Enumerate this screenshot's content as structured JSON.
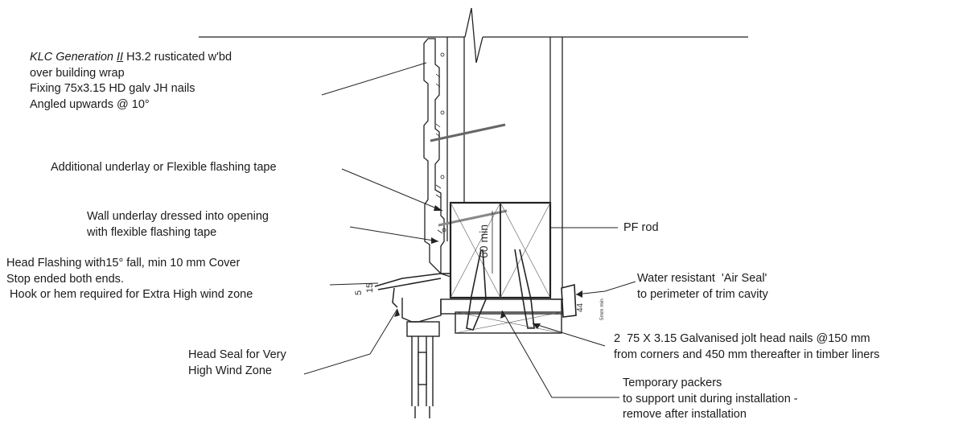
{
  "callouts": {
    "cladding": {
      "line1_italic": "KLC Generation",
      "line1_mark": "II",
      "line1_rest": " H3.2 rusticated w'bd",
      "line2": "over building wrap",
      "line3": "Fixing 75x3.15 HD galv JH nails",
      "line4": "Angled upwards @ 10°"
    },
    "additional_underlay": "Additional underlay or Flexible flashing tape",
    "wall_underlay": {
      "line1": "Wall underlay dressed into opening",
      "line2": "with flexible flashing tape"
    },
    "head_flashing": {
      "line1": "Head Flashing with15° fall, min 10 mm Cover",
      "line2": "Stop ended both ends.",
      "line3": " Hook or hem required for Extra High wind zone"
    },
    "head_seal": {
      "line1": "Head Seal for Very",
      "line2": "High Wind Zone"
    },
    "pf_rod": "PF rod",
    "air_seal": {
      "line1": "Water resistant  'Air Seal'",
      "line2": "to perimeter of trim cavity"
    },
    "nails": {
      "line1": "2  75 X 3.15 Galvanised jolt head nails @150 mm",
      "line2": "from corners and 450 mm thereafter in timber liners"
    },
    "packers": {
      "line1": "Temporary packers",
      "line2": "to support unit during installation -",
      "line3": "remove after installation"
    }
  },
  "dimensions": {
    "cavity": "60 min",
    "flashing_cover": "5",
    "flashing_fall": "15",
    "trim_gap": "44",
    "small_note": "5mm min"
  }
}
